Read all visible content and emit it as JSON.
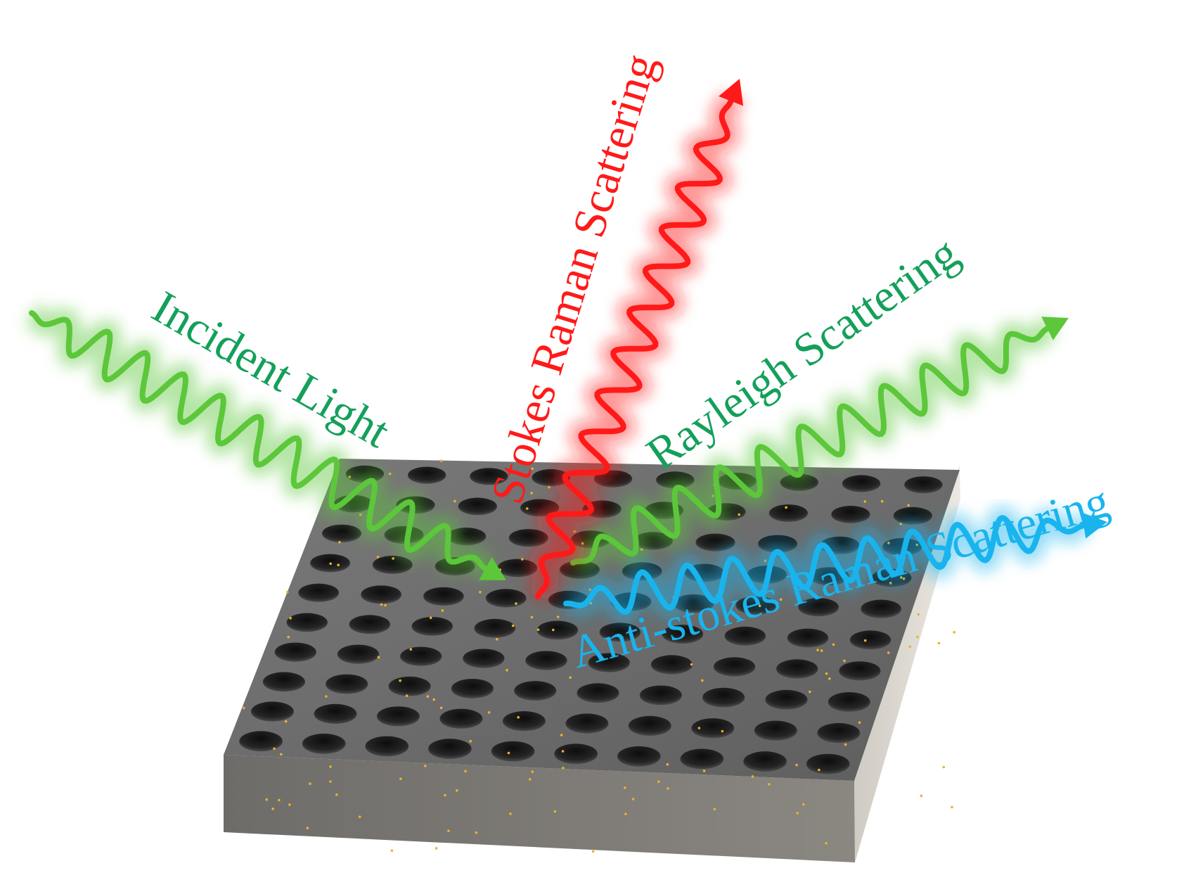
{
  "labels": {
    "incident": "Incident Light",
    "stokes": "Stokes Raman Scattering",
    "rayleigh": "Rayleigh Scattering",
    "antistokes": "Anti-stokes Raman Scattering"
  },
  "colors": {
    "incident_wave": "#5cc73a",
    "incident_text": "#14a05a",
    "stokes": "#ff1a1a",
    "rayleigh_wave": "#5cc73a",
    "rayleigh_text": "#14a05a",
    "antistokes": "#19b4ee",
    "substrate_top": "#6f6f6f",
    "substrate_front": "#7e7b76",
    "substrate_side": "#dedad2",
    "hole": "#1e1e1e",
    "particles": "#e8b428"
  },
  "substrate": {
    "type": "porous-substrate",
    "hole_grid": {
      "rows": 10,
      "cols": 10
    }
  }
}
